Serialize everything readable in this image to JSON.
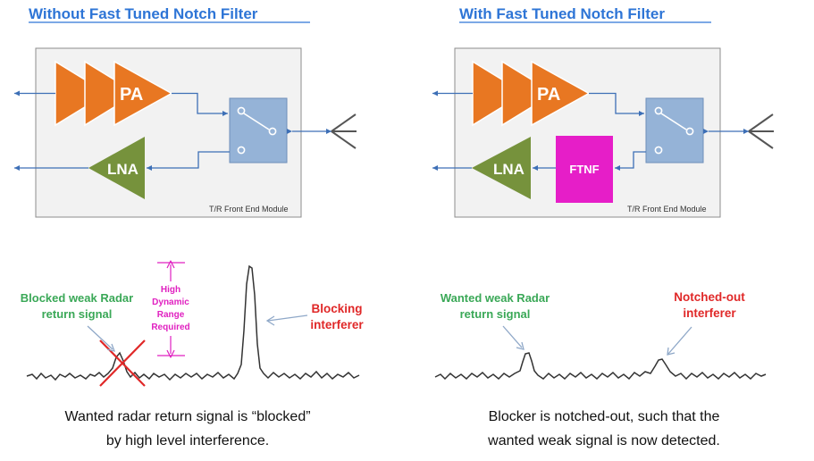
{
  "left": {
    "title": "Without Fast Tuned Notch Filter",
    "pa_label": "PA",
    "lna_label": "LNA",
    "module_label": "T/R Front End Module",
    "wanted_label": [
      "Blocked weak Radar",
      "return signal"
    ],
    "range_label": [
      "High",
      "Dynamic",
      "Range",
      "Required"
    ],
    "interferer_label": [
      "Blocking",
      "interferer"
    ],
    "caption": [
      "Wanted radar return signal is “blocked”",
      "by high level interference."
    ]
  },
  "right": {
    "title": "With Fast Tuned Notch Filter",
    "pa_label": "PA",
    "lna_label": "LNA",
    "filter_label": "FTNF",
    "module_label": "T/R Front End Module",
    "wanted_label": [
      "Wanted weak Radar",
      "return signal"
    ],
    "interferer_label": [
      "Notched-out",
      "interferer"
    ],
    "caption": [
      "Blocker is notched-out, such that the",
      "wanted weak signal is now detected."
    ]
  },
  "colors": {
    "title": "#2e75d6",
    "pa": "#e87722",
    "lna": "#76923c",
    "ftnf": "#e61ec8",
    "switch": "#95b3d7",
    "module_bg": "#f2f2f2",
    "wanted_text": "#3aa857",
    "interferer_text": "#e02828",
    "range_text": "#e020c0"
  }
}
